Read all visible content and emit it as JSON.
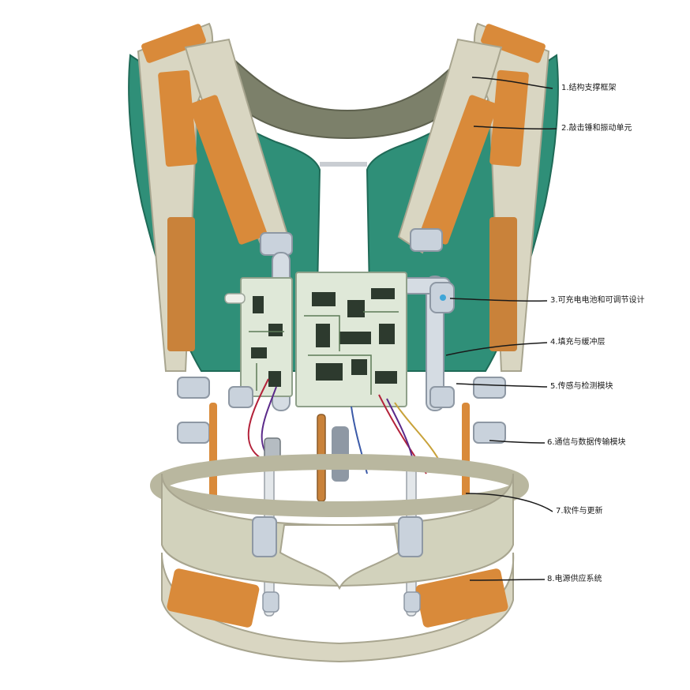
{
  "labels": [
    "1.结构支撑框架",
    "2.敲击锤和振动单元",
    "3.可充电电池和可调节设计",
    "4.填充与缓冲层",
    "5.传感与检测模块",
    "6.通信与数据传输模块",
    "7.软件与更新",
    "8.电源供应系统"
  ],
  "colors": {
    "vest_green": "#2f8f78",
    "fabric": "#d9d6c2",
    "orange_patch": "#d98a3a",
    "yoke": "#7c806a",
    "pcb": "#dfe8d8",
    "frame": "#c9d2dc"
  }
}
